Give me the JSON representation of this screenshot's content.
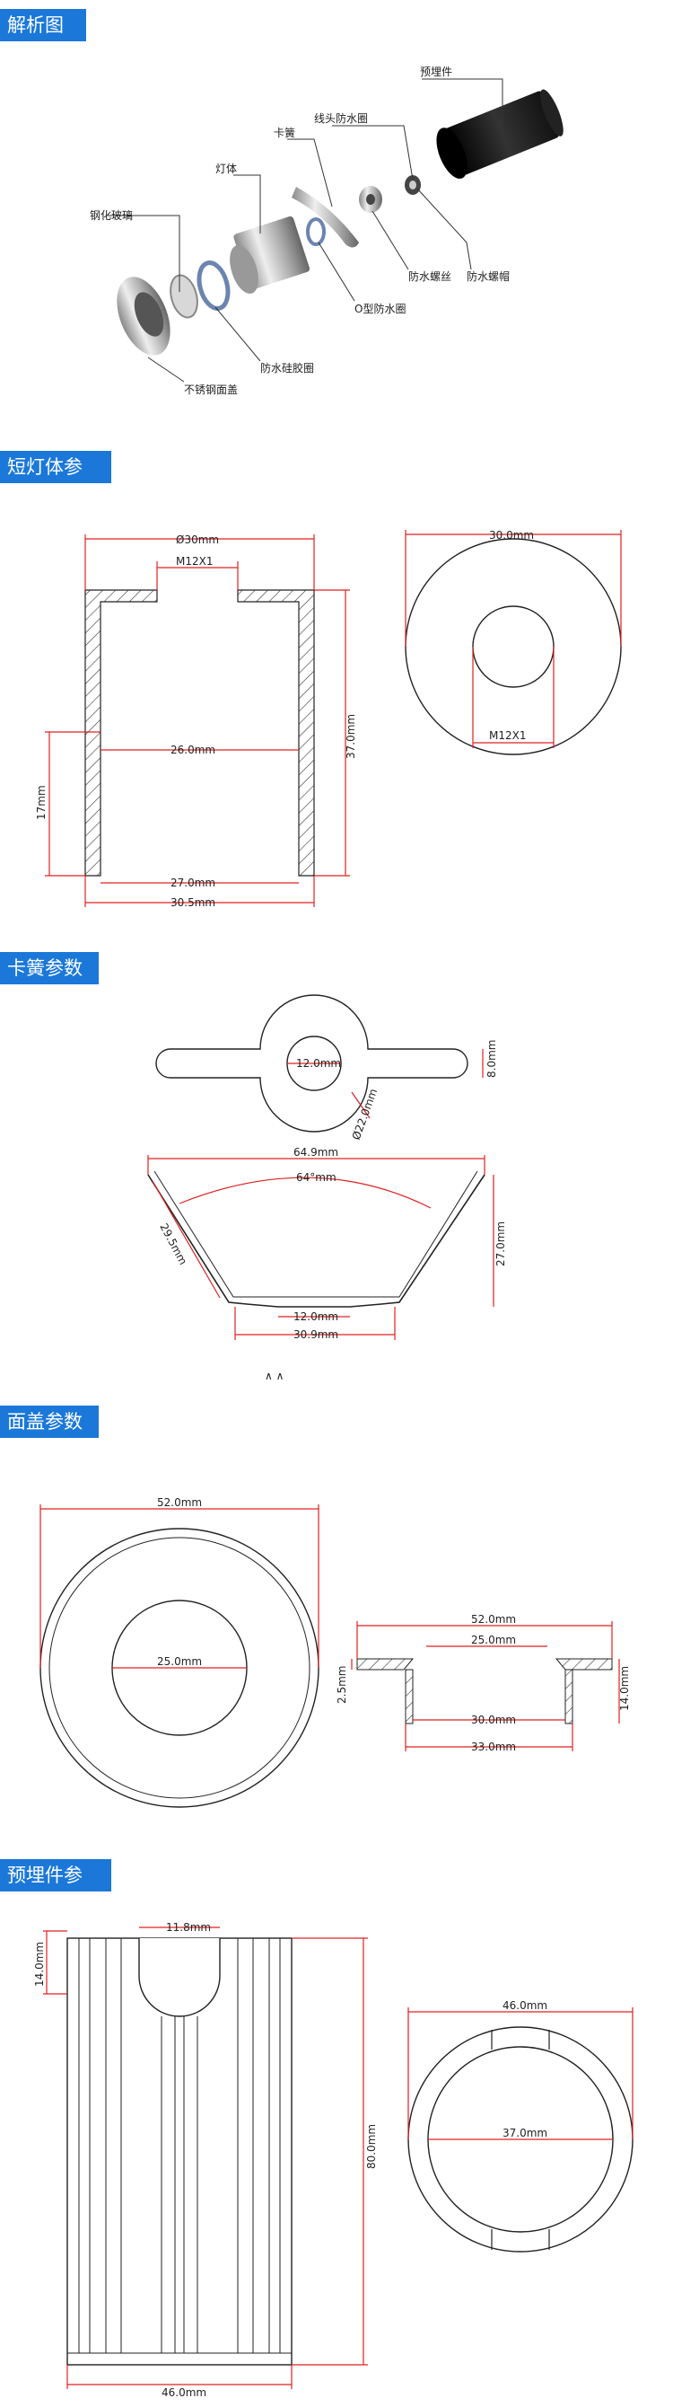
{
  "sections": [
    {
      "title": "解析图"
    },
    {
      "title": "短灯体参数"
    },
    {
      "title": "卡簧参数"
    },
    {
      "title": "面盖参数"
    },
    {
      "title": "预埋件参数"
    }
  ],
  "exploded": {
    "labels": {
      "embed": "预埋件",
      "wire_seal": "线头防水圈",
      "spring": "卡簧",
      "body": "灯体",
      "glass": "钢化玻璃",
      "cap": "防水螺帽",
      "screw": "防水螺丝",
      "oring": "O型防水圈",
      "silicone": "防水硅胶圈",
      "cover": "不锈钢面盖"
    }
  },
  "short_body": {
    "dia": "Ø30mm",
    "thread": "M12X1",
    "inner": "26.0mm",
    "height": "37.0mm",
    "lower": "17mm",
    "bottom_inner": "27.0mm",
    "bottom_outer": "30.5mm",
    "top_view_dia": "30.0mm",
    "top_view_thread": "M12X1"
  },
  "spring": {
    "hole": "12.0mm",
    "width": "8.0mm",
    "ring": "Ø22.0mm",
    "span": "64.9mm",
    "angle": "64°mm",
    "slant": "29.5mm",
    "height": "27.0mm",
    "bottom_hole": "12.0mm",
    "bottom": "30.9mm",
    "marks": "∧    ∧"
  },
  "cover": {
    "outer": "52.0mm",
    "inner": "25.0mm",
    "side_outer": "52.0mm",
    "side_inner": "25.0mm",
    "thickness": "2.5mm",
    "depth": "14.0mm",
    "stem_inner": "30.0mm",
    "stem_outer": "33.0mm"
  },
  "embed": {
    "slot": "11.8mm",
    "slot_depth": "14.0mm",
    "height": "80.0mm",
    "width": "46.0mm",
    "top_outer": "46.0mm",
    "top_inner": "37.0mm"
  },
  "colors": {
    "header": "#1b78d9",
    "dimension": "#e02020"
  }
}
